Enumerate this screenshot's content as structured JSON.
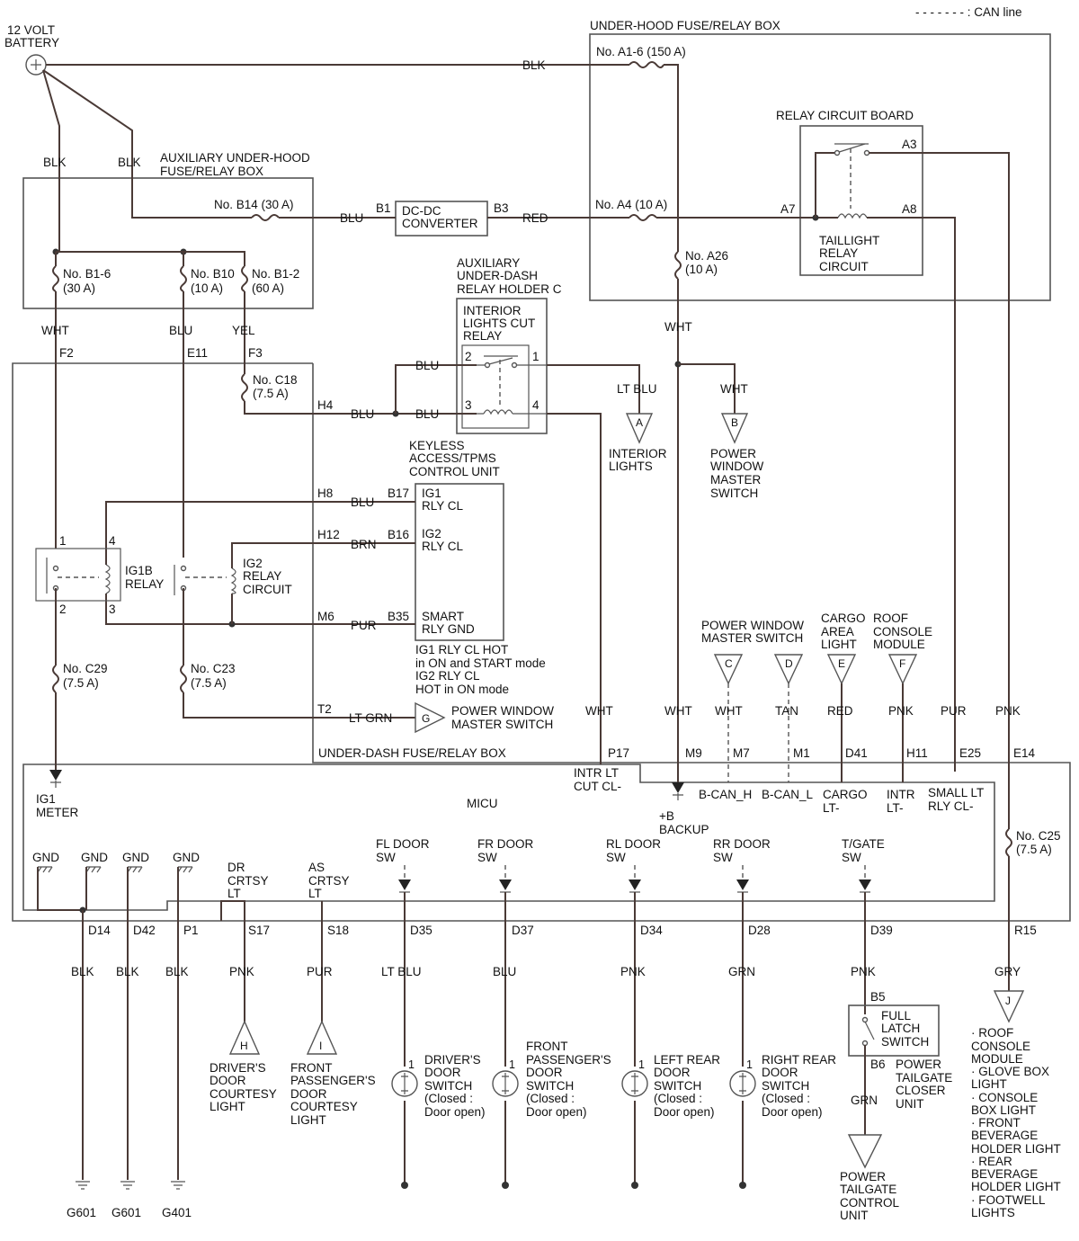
{
  "legend": "- - - - - - - : CAN line",
  "battery": "12 VOLT BATTERY",
  "uh_box": "UNDER-HOOD FUSE/RELAY BOX",
  "aux_uh_box": [
    "AUXILIARY UNDER-HOOD",
    "FUSE/RELAY BOX"
  ],
  "relay_board": "RELAY CIRCUIT BOARD",
  "taillight_relay": [
    "TAILLIGHT",
    "RELAY",
    "CIRCUIT"
  ],
  "dcdc": [
    "DC-DC",
    "CONVERTER"
  ],
  "aux_ud_relay": [
    "AUXILIARY",
    "UNDER-DASH",
    "RELAY HOLDER C"
  ],
  "int_cut_relay": [
    "INTERIOR",
    "LIGHTS CUT",
    "RELAY"
  ],
  "keyless": [
    "KEYLESS",
    "ACCESS/TPMS",
    "CONTROL UNIT"
  ],
  "keyless_pins": [
    "IG1",
    "RLY CL",
    "IG2",
    "RLY CL",
    "SMART",
    "RLY GND"
  ],
  "keyless_note": [
    "IG1 RLY CL HOT",
    "in ON and START mode",
    "IG2 RLY CL",
    "HOT in ON mode"
  ],
  "ig1b_relay": [
    "IG1B",
    "RELAY"
  ],
  "ig2_relay": [
    "IG2",
    "RELAY",
    "CIRCUIT"
  ],
  "ud_box": "UNDER-DASH FUSE/RELAY BOX",
  "micu": "MICU",
  "fuses": {
    "a16": "No. A1-6 (150 A)",
    "b14": "No. B14 (30 A)",
    "a4": "No. A4 (10 A)",
    "a26": [
      "No. A26",
      "(10 A)"
    ],
    "b16": [
      "No. B1-6",
      "(30 A)"
    ],
    "b10": [
      "No. B10",
      "(10 A)"
    ],
    "b12": [
      "No. B1-2",
      "(60 A)"
    ],
    "c18": [
      "No. C18",
      "(7.5 A)"
    ],
    "c29": [
      "No. C29",
      "(7.5 A)"
    ],
    "c23": [
      "No. C23",
      "(7.5 A)"
    ],
    "c25": [
      "No. C25",
      "(7.5 A)"
    ]
  },
  "wires": {
    "blk": "BLK",
    "blu": "BLU",
    "red": "RED",
    "wht": "WHT",
    "yel": "YEL",
    "ltblu": "LT BLU",
    "brn": "BRN",
    "pur": "PUR",
    "ltgrn": "LT GRN",
    "tan": "TAN",
    "pnk": "PNK",
    "gry": "GRY",
    "grn": "GRN"
  },
  "terms": {
    "b1": "B1",
    "b3": "B3",
    "a7": "A7",
    "a3": "A3",
    "a8": "A8",
    "f2": "F2",
    "e11": "E11",
    "f3": "F3",
    "h4": "H4",
    "h8": "H8",
    "h12": "H12",
    "m6": "M6",
    "t2": "T2",
    "b17": "B17",
    "b16": "B16",
    "b35": "B35",
    "p17": "P17",
    "m9": "M9",
    "m7": "M7",
    "m1": "M1",
    "d41": "D41",
    "h11": "H11",
    "e25": "E25",
    "e14": "E14",
    "d14": "D14",
    "d42": "D42",
    "p1": "P1",
    "s17": "S17",
    "s18": "S18",
    "d35": "D35",
    "d37": "D37",
    "d34": "D34",
    "d28": "D28",
    "d39": "D39",
    "r15": "R15",
    "b5": "B5",
    "b6": "B6",
    "n1": "1",
    "n2": "2",
    "n3": "3",
    "n4": "4"
  },
  "connectors": {
    "A": "A",
    "B": "B",
    "C": "C",
    "D": "D",
    "E": "E",
    "F": "F",
    "G": "G",
    "H": "H",
    "I": "I",
    "J": "J"
  },
  "destinations": {
    "interior_lights": [
      "INTERIOR",
      "LIGHTS"
    ],
    "pwm_switch": [
      "POWER",
      "WINDOW",
      "MASTER",
      "SWITCH"
    ],
    "pwm_switch_top": [
      "POWER WINDOW",
      "MASTER SWITCH"
    ],
    "cargo": [
      "CARGO",
      "AREA",
      "LIGHT"
    ],
    "roof_console": [
      "ROOF",
      "CONSOLE",
      "MODULE"
    ],
    "pwm_g": [
      "POWER WINDOW",
      "MASTER SWITCH"
    ],
    "drv_courtesy": [
      "DRIVER'S",
      "DOOR",
      "COURTESY",
      "LIGHT"
    ],
    "fp_courtesy": [
      "FRONT",
      "PASSENGER'S",
      "DOOR",
      "COURTESY",
      "LIGHT"
    ],
    "drv_sw": [
      "DRIVER'S",
      "DOOR",
      "SWITCH",
      "(Closed :",
      "Door open)"
    ],
    "fp_sw": [
      "FRONT",
      "PASSENGER'S",
      "DOOR",
      "SWITCH",
      "(Closed :",
      "Door open)"
    ],
    "lr_sw": [
      "LEFT REAR",
      "DOOR",
      "SWITCH",
      "(Closed :",
      "Door open)"
    ],
    "rr_sw": [
      "RIGHT REAR",
      "DOOR",
      "SWITCH",
      "(Closed :",
      "Door open)"
    ],
    "full_latch": [
      "FULL",
      "LATCH",
      "SWITCH"
    ],
    "pt_closer": [
      "POWER",
      "TAILGATE",
      "CLOSER",
      "UNIT"
    ],
    "pt_control": [
      "POWER",
      "TAILGATE",
      "CONTROL",
      "UNIT"
    ],
    "j_list": [
      "· ROOF",
      "CONSOLE",
      "MODULE",
      "· GLOVE BOX",
      "LIGHT",
      "· CONSOLE",
      "BOX LIGHT",
      "· FRONT",
      "BEVERAGE",
      "HOLDER LIGHT",
      "· REAR",
      "BEVERAGE",
      "HOLDER LIGHT",
      "· FOOTWELL",
      "LIGHTS"
    ]
  },
  "micu_pins": {
    "ig1_meter": [
      "IG1",
      "METER"
    ],
    "intr_cut": [
      "INTR LT",
      "CUT CL-"
    ],
    "backup": [
      "+B",
      "BACKUP"
    ],
    "bcanh": "B-CAN_H",
    "bcanl": "B-CAN_L",
    "cargo_lt": [
      "CARGO",
      "LT-"
    ],
    "intr_lt": [
      "INTR",
      "LT-"
    ],
    "small_lt": [
      "SMALL LT",
      "RLY CL-"
    ],
    "gnd": "GND",
    "dr_crtsy": [
      "DR",
      "CRTSY",
      "LT"
    ],
    "as_crtsy": [
      "AS",
      "CRTSY",
      "LT"
    ],
    "fl_door": [
      "FL DOOR",
      "SW"
    ],
    "fr_door": [
      "FR DOOR",
      "SW"
    ],
    "rl_door": [
      "RL DOOR",
      "SW"
    ],
    "rr_door": [
      "RR DOOR",
      "SW"
    ],
    "tgate": [
      "T/GATE",
      "SW"
    ]
  },
  "grounds": {
    "g1": "G601",
    "g2": "G601",
    "g3": "G401"
  }
}
